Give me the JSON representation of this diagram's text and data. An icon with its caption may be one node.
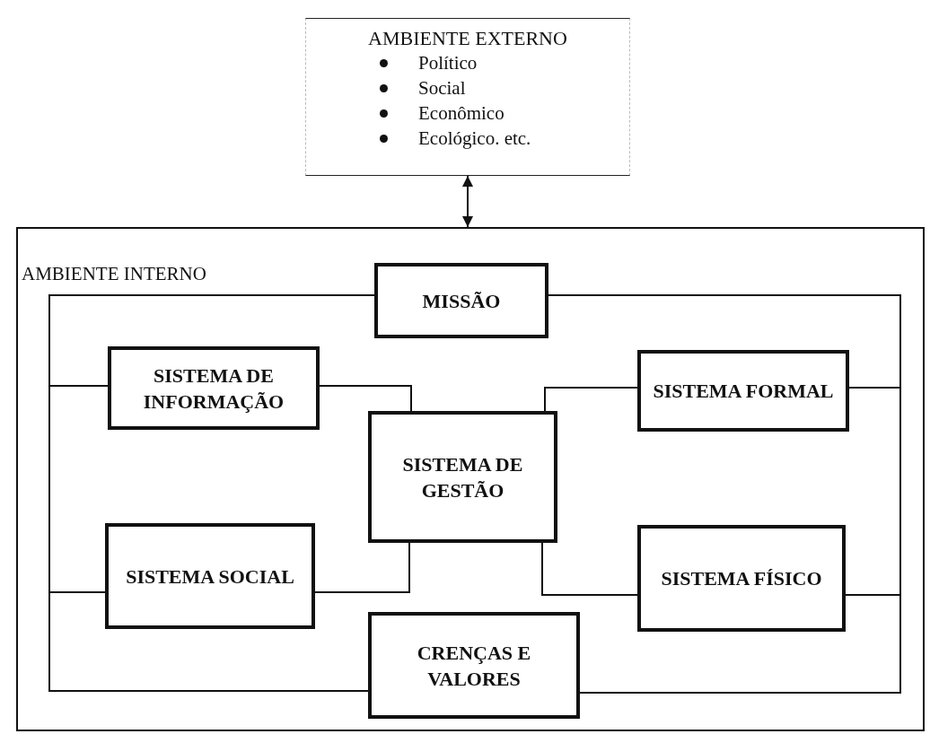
{
  "diagram": {
    "nodes": [
      {
        "text": [
          "AMBIENTE EXTERNO",
          "Político",
          "Social",
          "Econômico",
          "Ecológico. etc."
        ]
      },
      {
        "text": [
          "AMBIENTE INTERNO"
        ]
      },
      {
        "text": [
          "MISSÃO"
        ],
        "in": 1
      },
      {
        "text": [
          "SISTEMA DE INFORMAÇÃO"
        ],
        "in": 1
      },
      {
        "text": [
          "SISTEMA FORMAL"
        ],
        "in": 1
      },
      {
        "text": [
          "SISTEMA DE GESTÃO"
        ],
        "in": 1
      },
      {
        "text": [
          "SISTEMA SOCIAL"
        ],
        "in": 1
      },
      {
        "text": [
          "SISTEMA FÍSICO"
        ],
        "in": 1
      },
      {
        "text": [
          "CRENÇAS E VALORES"
        ],
        "in": 1
      }
    ],
    "edges": [
      {
        "from": 0,
        "to": 1,
        "arrow": "both"
      },
      {
        "from": 2,
        "to": 3,
        "arrow": "none"
      },
      {
        "from": 3,
        "to": 5,
        "arrow": "none"
      },
      {
        "from": 3,
        "to": 6,
        "arrow": "none"
      },
      {
        "from": 4,
        "to": 5,
        "arrow": "none"
      },
      {
        "from": 4,
        "to": 2,
        "arrow": "none"
      },
      {
        "from": 6,
        "to": 5,
        "arrow": "none"
      },
      {
        "from": 6,
        "to": 8,
        "arrow": "none"
      },
      {
        "from": 7,
        "to": 5,
        "arrow": "none"
      },
      {
        "from": 8,
        "to": 7,
        "arrow": "none"
      },
      {
        "from": 7,
        "to": 4,
        "arrow": "none"
      }
    ]
  }
}
